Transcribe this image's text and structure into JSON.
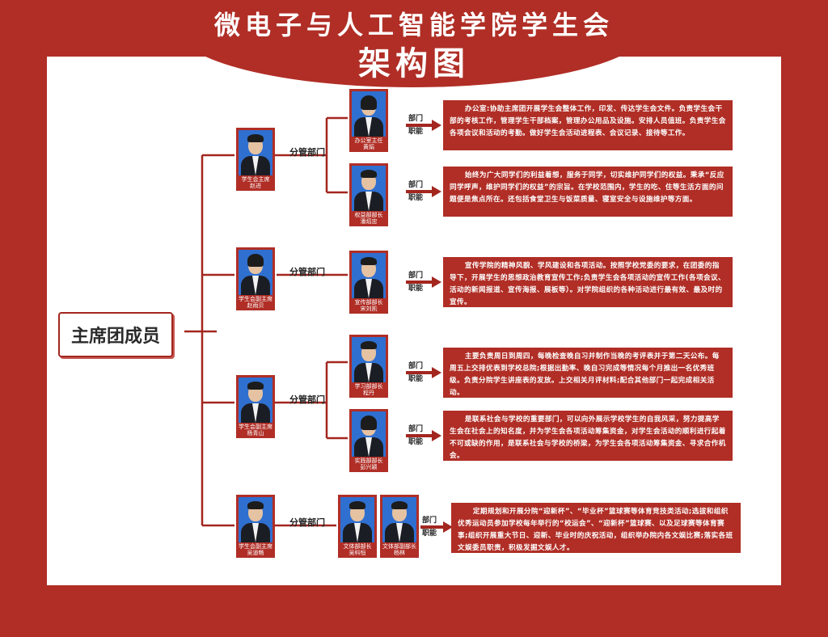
{
  "header": {
    "title": "微电子与人工智能学院学生会",
    "subtitle": "架构图"
  },
  "root": {
    "label": "主席团成员"
  },
  "colors": {
    "primary": "#b02e26",
    "photo_bg": "#2f6fd0",
    "panel": "#ffffff"
  },
  "leaders": [
    {
      "caption_role": "学生会主席",
      "caption_name": "赵进"
    },
    {
      "caption_role": "学生会副主席",
      "caption_name": "赵雨贝"
    },
    {
      "caption_role": "学生会副主席",
      "caption_name": "杨青山"
    },
    {
      "caption_role": "学生会副主席",
      "caption_name": "吴道畅"
    }
  ],
  "sub_label": "分管部门",
  "bumen": "部门",
  "zhineng": "职能",
  "dept_heads": [
    {
      "caption_role": "办公室主任",
      "caption_name": "黄娟"
    },
    {
      "caption_role": "权益部部长",
      "caption_name": "潘炤忠"
    },
    {
      "caption_role": "宣传部部长",
      "caption_name": "宋刘凯"
    },
    {
      "caption_role": "学习部部长",
      "caption_name": "程丹"
    },
    {
      "caption_role": "实践部部长",
      "caption_name": "彭兴颖"
    },
    {
      "caption_role": "文体部部长",
      "caption_name": "吴科恒"
    },
    {
      "caption_role": "文体部副部长",
      "caption_name": "杨林"
    }
  ],
  "descriptions": [
    "办公室:协助主席团开展学生会整体工作，印发、传达学生会文件。负责学生会干部的考核工作，管理学生干部档案，管理办公用品及设施。安排人员值班。负责学生会各项会议和活动的考勤。做好学生会活动进程表、会议记录、接待等工作。",
    "始终为广大同学们的利益着想，服务于同学，切实维护同学们的权益。秉承“反应同学呼声，维护同学们的权益”的宗旨。在学校范围内，学生的吃、住等生活方面的问题便是焦点所在。还包括食堂卫生与饭菜质量、寝室安全与设施维护等方面。",
    "宣传学院的精神风貌、学风建设和各项活动。按照学校党委的要求，在团委的指导下，开展学生的思想政治教育宣传工作;负责学生会各项活动的宣传工作(各项会议、活动的新闻报道、宣传海报、展板等）。对学院组织的各种活动进行最有效、最及时的宣传。",
    "主要负责周日到周四，每晚检查晚自习并制作当晚的考评表并于第二天公布。每周五上交排优表到学校总院;根据出勤率、晚自习完成等情况每个月推出一名优秀班级。负责分院学生讲座表的发放。上交相关月评材料;配合其他部门一起完成相关活动。",
    "是联系社会与学校的重要部门，可以向外展示学校学生的自我风采，努力提高学生会在社会上的知名度，并为学生会各项活动筹集资金，对学生会活动的顺利进行起着不可或缺的作用，是联系社会与学校的桥梁，为学生会各项活动筹集资金、寻求合作机会。",
    "定期规划和开展分院“迎新杯”、“毕业杯”篮球赛等体育竞技类活动;选拔和组织优秀运动员参加学校每年举行的“校运会”、“迎新杯”篮球赛、以及足球赛等体育赛事;组织开展重大节日、迎新、毕业时的庆祝活动，组织举办院内各文娱比赛;落实各班文娱委员职责，积极发掘文娱人才。"
  ]
}
